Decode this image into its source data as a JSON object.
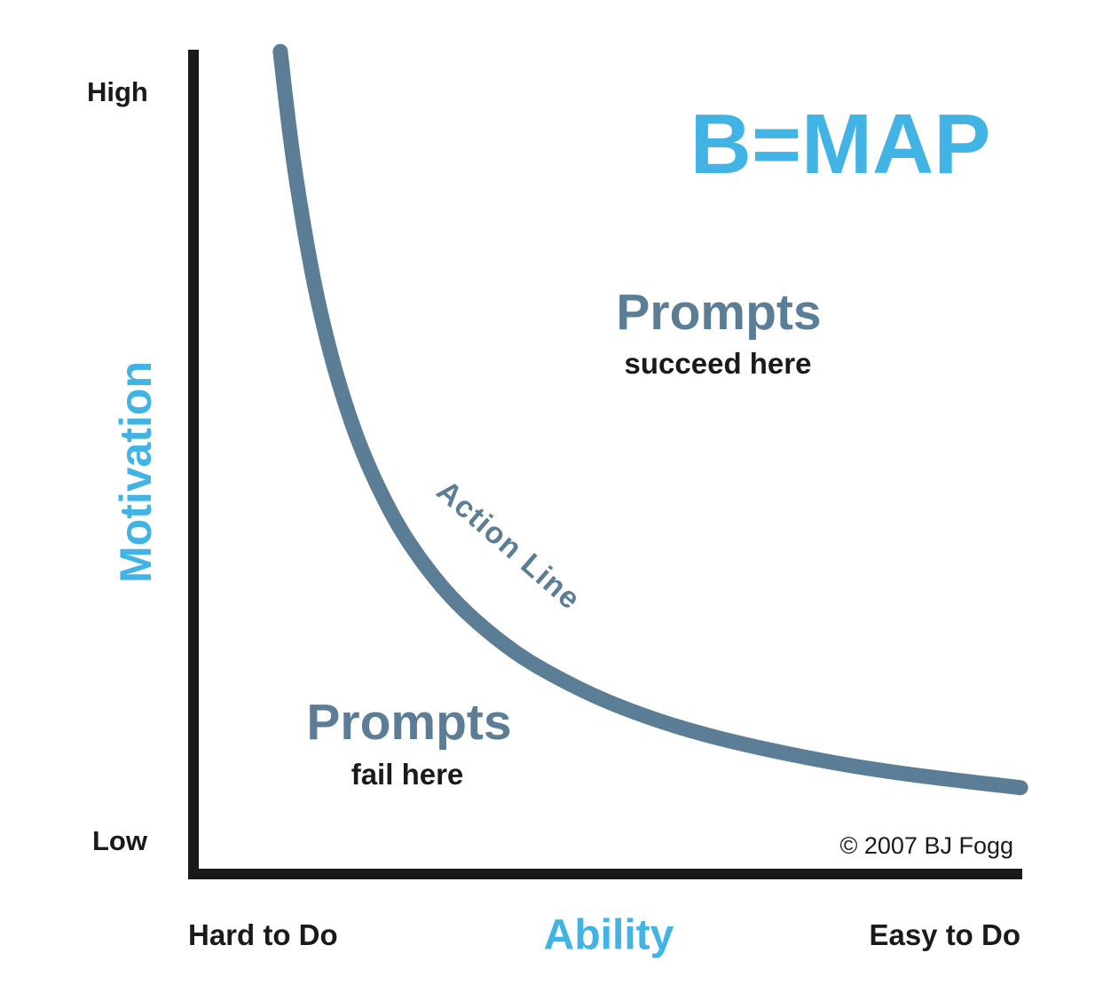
{
  "title": "B=MAP",
  "copyright": "© 2007 BJ Fogg",
  "axes": {
    "y_label": "Motivation",
    "y_top": "High",
    "y_bottom": "Low",
    "x_label": "Ability",
    "x_left": "Hard to Do",
    "x_right": "Easy to Do"
  },
  "annotations": {
    "succeed_title": "Prompts",
    "succeed_sub": "succeed here",
    "fail_title": "Prompts",
    "fail_sub": "fail here",
    "curve_label": "Action Line"
  },
  "colors": {
    "accent_blue": "#41b3e4",
    "curve_slate": "#5b7e96",
    "text_black": "#1a1a1a"
  },
  "chart_data": {
    "type": "line",
    "title": "B=MAP",
    "xlabel": "Ability",
    "ylabel": "Motivation",
    "xlim": [
      0,
      1
    ],
    "ylim": [
      0,
      1
    ],
    "grid": false,
    "x_axis_endpoint_labels": [
      "Hard to Do",
      "Easy to Do"
    ],
    "y_axis_endpoint_labels": [
      "Low",
      "High"
    ],
    "series": [
      {
        "name": "Action Line",
        "description": "Hyperbolic threshold curve (motivation ≈ 0.105 / ability); prompts succeed above the line and fail below it",
        "points": [
          [
            0.105,
            1.0
          ],
          [
            0.115,
            0.913
          ],
          [
            0.125,
            0.84
          ],
          [
            0.14,
            0.75
          ],
          [
            0.155,
            0.677
          ],
          [
            0.175,
            0.6
          ],
          [
            0.2,
            0.525
          ],
          [
            0.23,
            0.457
          ],
          [
            0.26,
            0.404
          ],
          [
            0.3,
            0.35
          ],
          [
            0.34,
            0.309
          ],
          [
            0.39,
            0.269
          ],
          [
            0.44,
            0.239
          ],
          [
            0.5,
            0.21
          ],
          [
            0.57,
            0.184
          ],
          [
            0.64,
            0.164
          ],
          [
            0.72,
            0.146
          ],
          [
            0.8,
            0.131
          ],
          [
            0.89,
            0.118
          ],
          [
            1.0,
            0.105
          ]
        ]
      }
    ],
    "regions": [
      {
        "label": "Prompts succeed here",
        "position": "above action line"
      },
      {
        "label": "Prompts fail here",
        "position": "below action line"
      }
    ],
    "annotations_text": [
      "Action Line",
      "© 2007 BJ Fogg"
    ]
  }
}
